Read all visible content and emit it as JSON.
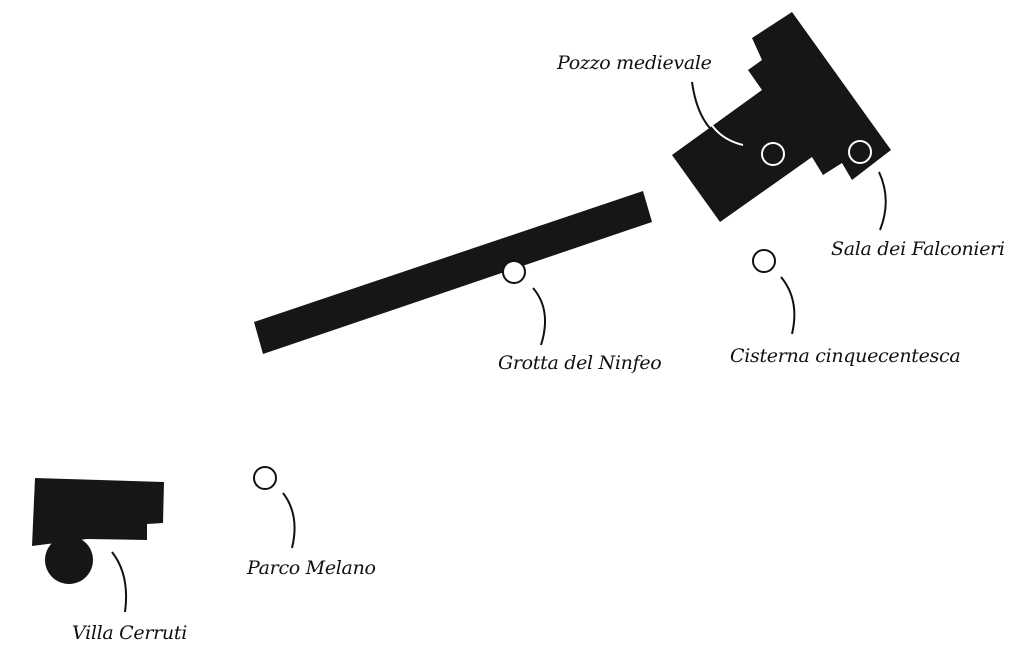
{
  "places": [
    {
      "id": "pozzo",
      "label": "Pozzo medievale"
    },
    {
      "id": "sala",
      "label": "Sala dei Falconieri"
    },
    {
      "id": "grotta",
      "label": "Grotta del Ninfeo"
    },
    {
      "id": "cisterna",
      "label": "Cisterna cinquecentesca"
    },
    {
      "id": "parco",
      "label": "Parco Melano"
    },
    {
      "id": "villa",
      "label": "Villa Cerruti"
    }
  ],
  "colors": {
    "building": "#151714",
    "marker_on_building": "#ffffff",
    "marker": "#111111"
  }
}
